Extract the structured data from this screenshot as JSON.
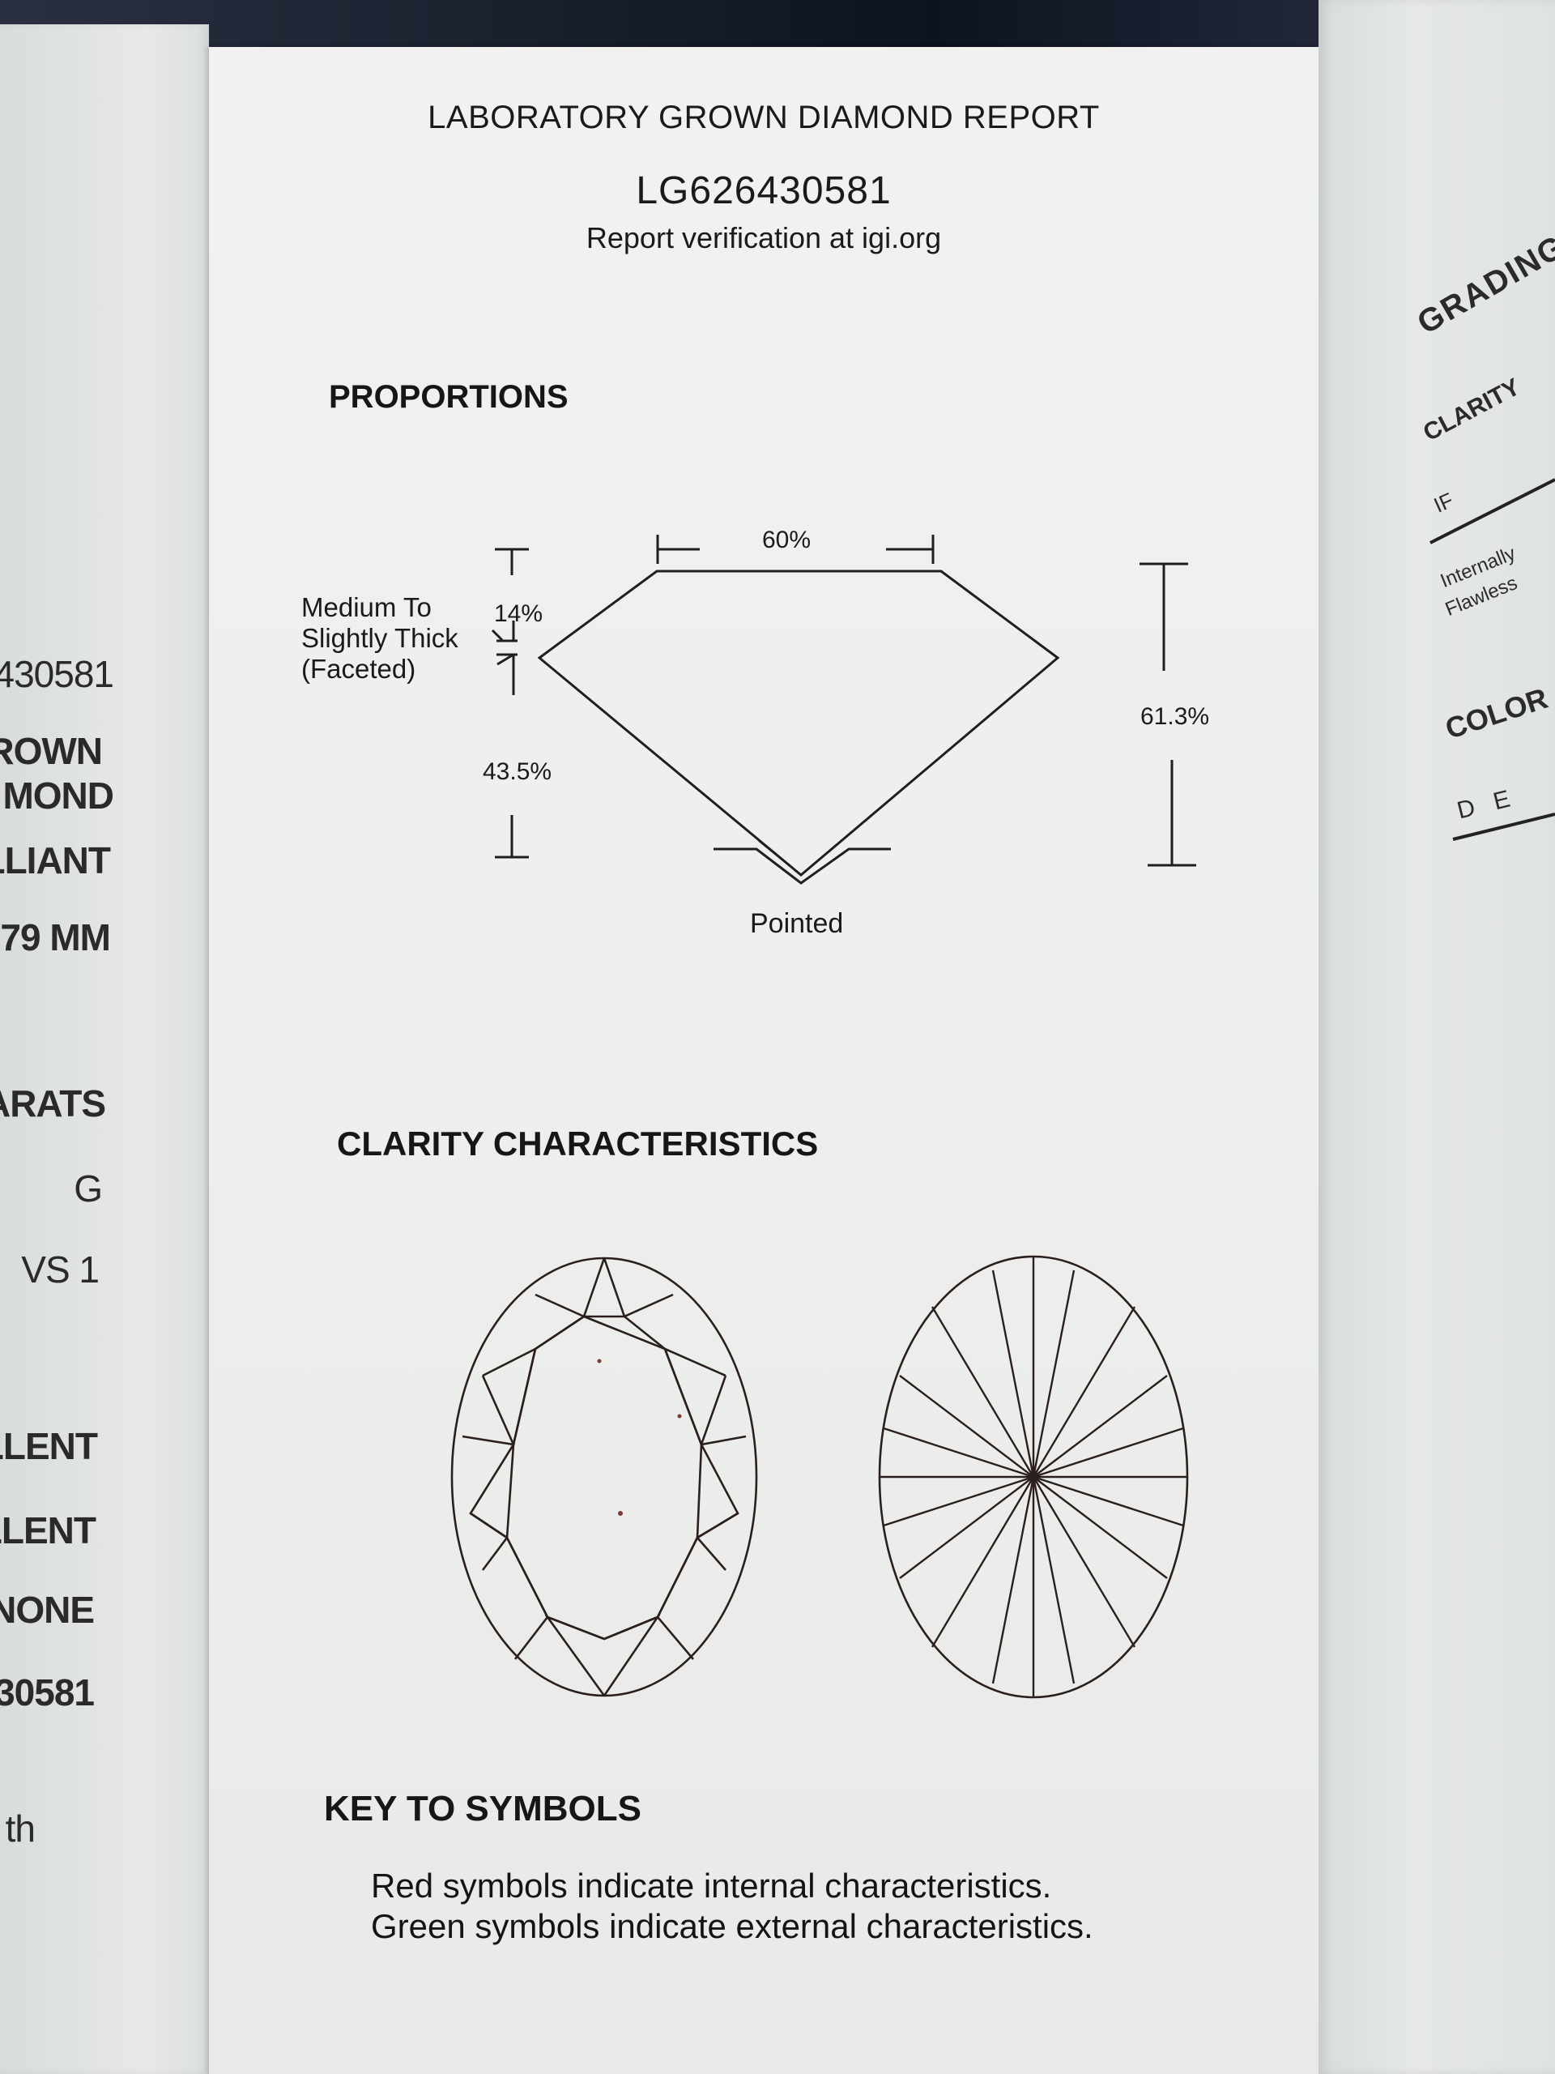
{
  "report": {
    "title": "LABORATORY GROWN DIAMOND REPORT",
    "number": "LG626430581",
    "verification": "Report verification at igi.org"
  },
  "proportions": {
    "heading": "PROPORTIONS",
    "table_pct": "60%",
    "crown_pct": "14%",
    "pavilion_pct": "43.5%",
    "total_depth_pct": "61.3%",
    "girdle_line1": "Medium To",
    "girdle_line2": "Slightly Thick",
    "girdle_line3": "(Faceted)",
    "culet": "Pointed"
  },
  "clarity": {
    "heading": "CLARITY CHARACTERISTICS"
  },
  "key": {
    "heading": "KEY TO SYMBOLS",
    "line1": "Red symbols indicate internal characteristics.",
    "line2": "Green symbols indicate external characteristics."
  },
  "left_panel": {
    "items": [
      "430581",
      "ROWN",
      "MOND",
      "LLIANT",
      "79 MM",
      "ARATS",
      "G",
      "VS 1",
      "LLENT",
      "LLENT",
      "NONE",
      "30581",
      "th"
    ]
  },
  "right_panel": {
    "grading": "GRADING",
    "clarity": "CLARITY",
    "clarity_grade": "IF",
    "clarity_desc1": "Internally",
    "clarity_desc2": "Flawless",
    "color": "COLOR",
    "color_grades": "D  E"
  },
  "colors": {
    "paper": "#efefed",
    "ink": "#1a1a1a",
    "diagram_line": "#2a1e1e",
    "inclusion_dot": "#a0483a"
  }
}
